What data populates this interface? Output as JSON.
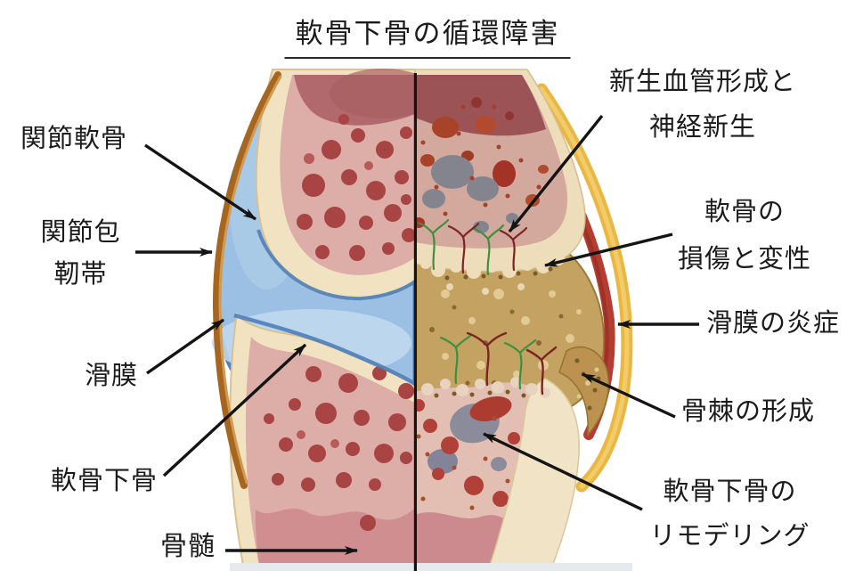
{
  "title": "軟骨下骨の循環障害",
  "figure": {
    "left_labels": [
      {
        "id": "articular-cartilage",
        "lines": [
          "関節軟骨"
        ]
      },
      {
        "id": "joint-capsule-ligament",
        "lines": [
          "関節包",
          "靭帯"
        ]
      },
      {
        "id": "synovium",
        "lines": [
          "滑膜"
        ]
      },
      {
        "id": "subchondral-bone",
        "lines": [
          "軟骨下骨"
        ]
      },
      {
        "id": "bone-marrow",
        "lines": [
          "骨髄"
        ]
      }
    ],
    "right_labels": [
      {
        "id": "neovascularization-neurogenesis",
        "lines": [
          "新生血管形成と",
          "神経新生"
        ]
      },
      {
        "id": "cartilage-damage-degeneration",
        "lines": [
          "軟骨の",
          "損傷と変性"
        ]
      },
      {
        "id": "synovial-inflammation",
        "lines": [
          "滑膜の炎症"
        ]
      },
      {
        "id": "osteophyte-formation",
        "lines": [
          "骨棘の形成"
        ]
      },
      {
        "id": "subchondral-bone-remodeling",
        "lines": [
          "軟骨下骨の",
          "リモデリング"
        ]
      }
    ]
  },
  "colors": {
    "background": "#ffffff",
    "label_text": "#1b1b1b",
    "arrow": "#141414",
    "synovial_fluid": "#9cc0e4",
    "fluid_rim": "#4f80b8",
    "bone_cortex_cream": "#f1e3c2",
    "cancellous_pink": "#dcaea7",
    "marrow_spot_red": "#a84444",
    "capsule_brown": "#a6661f",
    "degenerated_tissue_tan": "#c4a262",
    "inflamed_capsule_yellow": "#eab743",
    "inflamed_synovium_red": "#b43c30"
  }
}
